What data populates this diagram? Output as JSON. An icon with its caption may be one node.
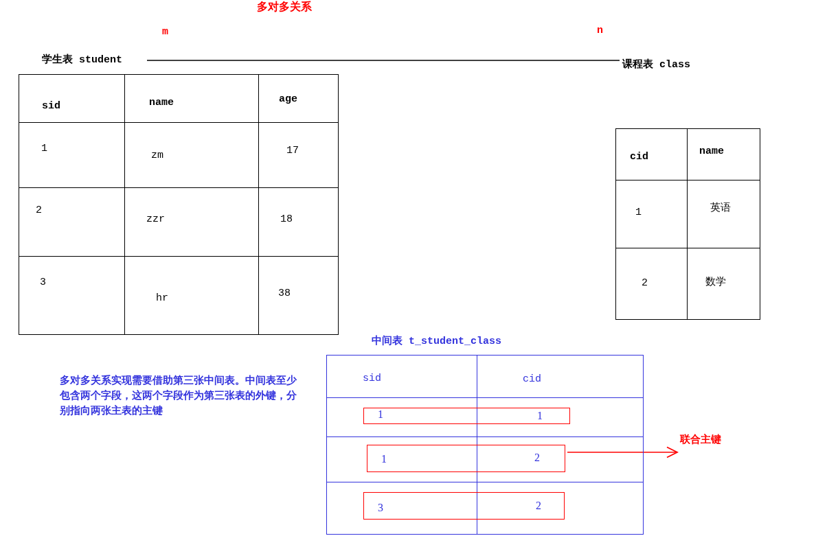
{
  "diagram": {
    "title": "多对多关系",
    "nodes": [
      {
        "text": [
          "学生表 student"
        ]
      },
      {
        "text": [
          "课程表 class"
        ]
      },
      {
        "text": [
          "联合主键"
        ]
      },
      {
        "text": [
          "1",
          "1"
        ]
      },
      {
        "text": [
          "1",
          "2"
        ]
      },
      {
        "text": [
          "3",
          "2"
        ]
      }
    ],
    "edges": [
      {
        "from": 0,
        "to": 1,
        "arrow": "none"
      },
      {
        "from": 4,
        "to": 2,
        "arrow": "to",
        "color": "#ff0000"
      }
    ],
    "labels": [
      "m",
      "n",
      "sid",
      "name",
      "age",
      "1",
      "zm",
      "17",
      "2",
      "zzr",
      "18",
      "3",
      "hr",
      "38",
      "cid",
      "name",
      "1",
      "英语",
      "2",
      "数学",
      "中间表 t_student_class",
      "多对多关系实现需要借助第三张中间表。中间表至少包含两个字段，这两个字段作为第三张表的外键，分别指向两张主表的主键",
      "sid",
      "cid"
    ]
  }
}
